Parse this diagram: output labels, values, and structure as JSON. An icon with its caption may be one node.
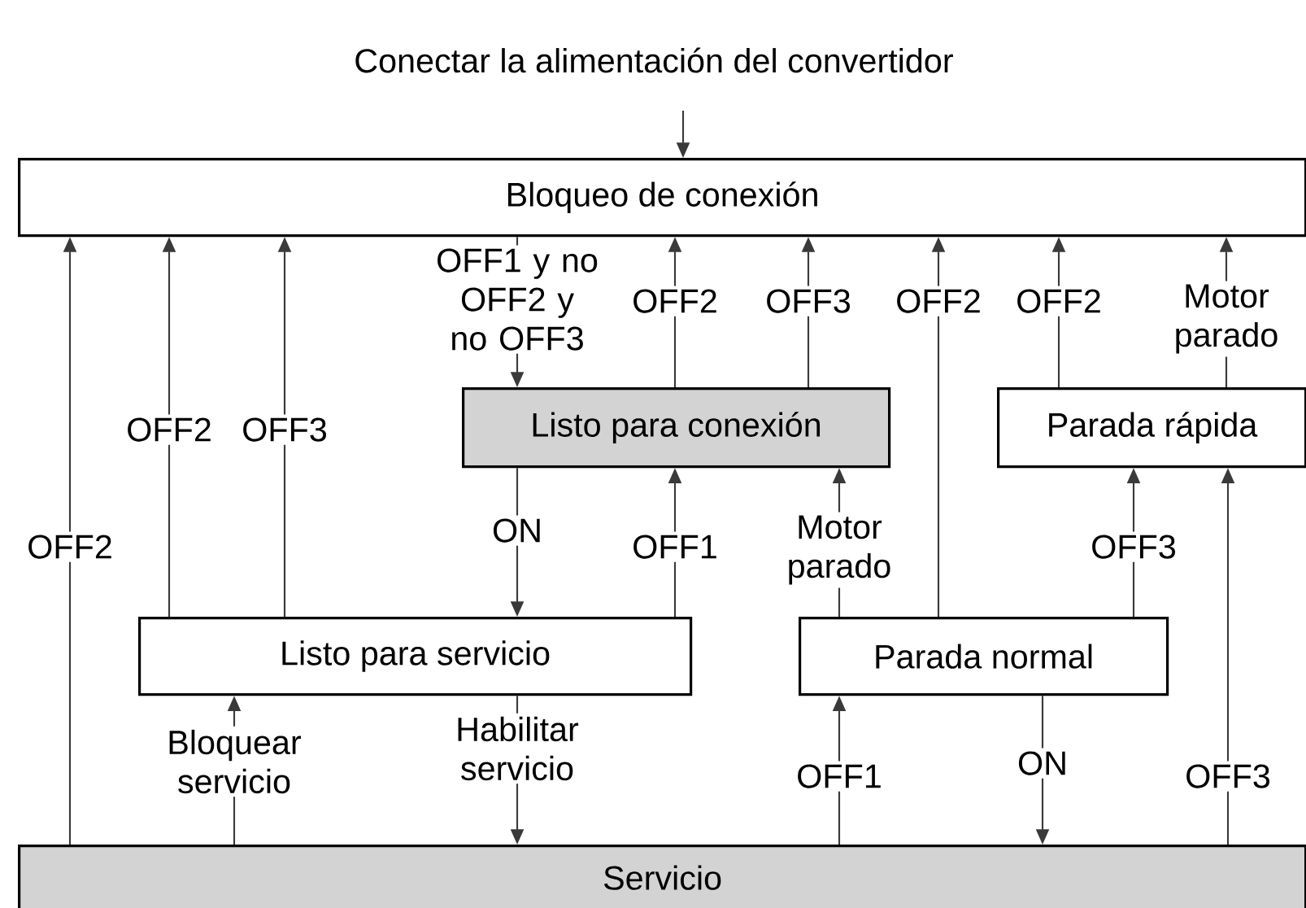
{
  "diagram": {
    "title": "Conectar la alimentación del convertidor",
    "nodes": [
      {
        "text": [
          "Bloqueo de conexión"
        ]
      },
      {
        "text": [
          "Listo para conexión"
        ]
      },
      {
        "text": [
          "Parada rápida"
        ]
      },
      {
        "text": [
          "Listo para servicio"
        ]
      },
      {
        "text": [
          "Parada normal"
        ]
      },
      {
        "text": [
          "Servicio"
        ]
      }
    ],
    "edges": [
      {
        "from": null,
        "to": 0,
        "arrow": "to"
      },
      {
        "from": 5,
        "to": 0,
        "arrow": "to",
        "label": "OFF2"
      },
      {
        "from": 3,
        "to": 0,
        "arrow": "to",
        "label": "OFF2"
      },
      {
        "from": 3,
        "to": 0,
        "arrow": "to",
        "label": "OFF3"
      },
      {
        "from": 0,
        "to": 1,
        "arrow": "to",
        "label": "OFF1 y no OFF2 y no OFF3"
      },
      {
        "from": 1,
        "to": 0,
        "arrow": "to",
        "label": "OFF2"
      },
      {
        "from": 1,
        "to": 0,
        "arrow": "to",
        "label": "OFF3"
      },
      {
        "from": 4,
        "to": 0,
        "arrow": "to",
        "label": "OFF2"
      },
      {
        "from": 2,
        "to": 0,
        "arrow": "to",
        "label": "OFF2"
      },
      {
        "from": 2,
        "to": 0,
        "arrow": "to",
        "label": "Motor parado"
      },
      {
        "from": 1,
        "to": 3,
        "arrow": "to",
        "label": "ON"
      },
      {
        "from": 3,
        "to": 1,
        "arrow": "to",
        "label": "OFF1"
      },
      {
        "from": 4,
        "to": 1,
        "arrow": "to",
        "label": "Motor parado"
      },
      {
        "from": 4,
        "to": 2,
        "arrow": "to",
        "label": "OFF3"
      },
      {
        "from": 5,
        "to": 2,
        "arrow": "to",
        "label": "OFF3"
      },
      {
        "from": 5,
        "to": 3,
        "arrow": "to",
        "label": "Bloquear servicio"
      },
      {
        "from": 3,
        "to": 5,
        "arrow": "to",
        "label": "Habilitar servicio"
      },
      {
        "from": 5,
        "to": 4,
        "arrow": "to",
        "label": "OFF1"
      },
      {
        "from": 4,
        "to": 5,
        "arrow": "to",
        "label": "ON"
      }
    ]
  }
}
